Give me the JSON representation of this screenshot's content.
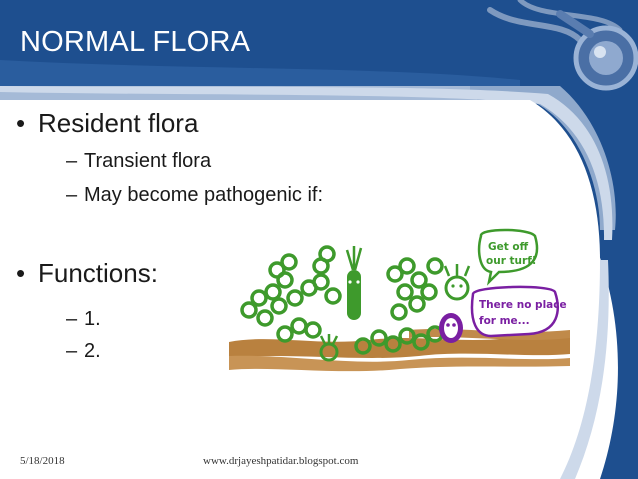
{
  "title": "NORMAL FLORA",
  "bullets": [
    {
      "label": "Resident flora",
      "subitems": [
        "Transient flora",
        "May become pathogenic if:"
      ]
    },
    {
      "label": "Functions:",
      "subitems": [
        "1.",
        "2."
      ]
    }
  ],
  "cartoon": {
    "speech_1": [
      "Get off",
      "our turf!"
    ],
    "speech_2": [
      "There no place",
      "for me..."
    ]
  },
  "footer": {
    "date": "5/18/2018",
    "url": "www.drjayeshpatidar.blogspot.com"
  },
  "colors": {
    "header_blue": "#1e4f8f",
    "band_light": "#cdd9ea",
    "bacteria_green": "#3e9a2c",
    "soil_brown": "#b07a3a",
    "bubble_purple": "#7a1fa2"
  }
}
